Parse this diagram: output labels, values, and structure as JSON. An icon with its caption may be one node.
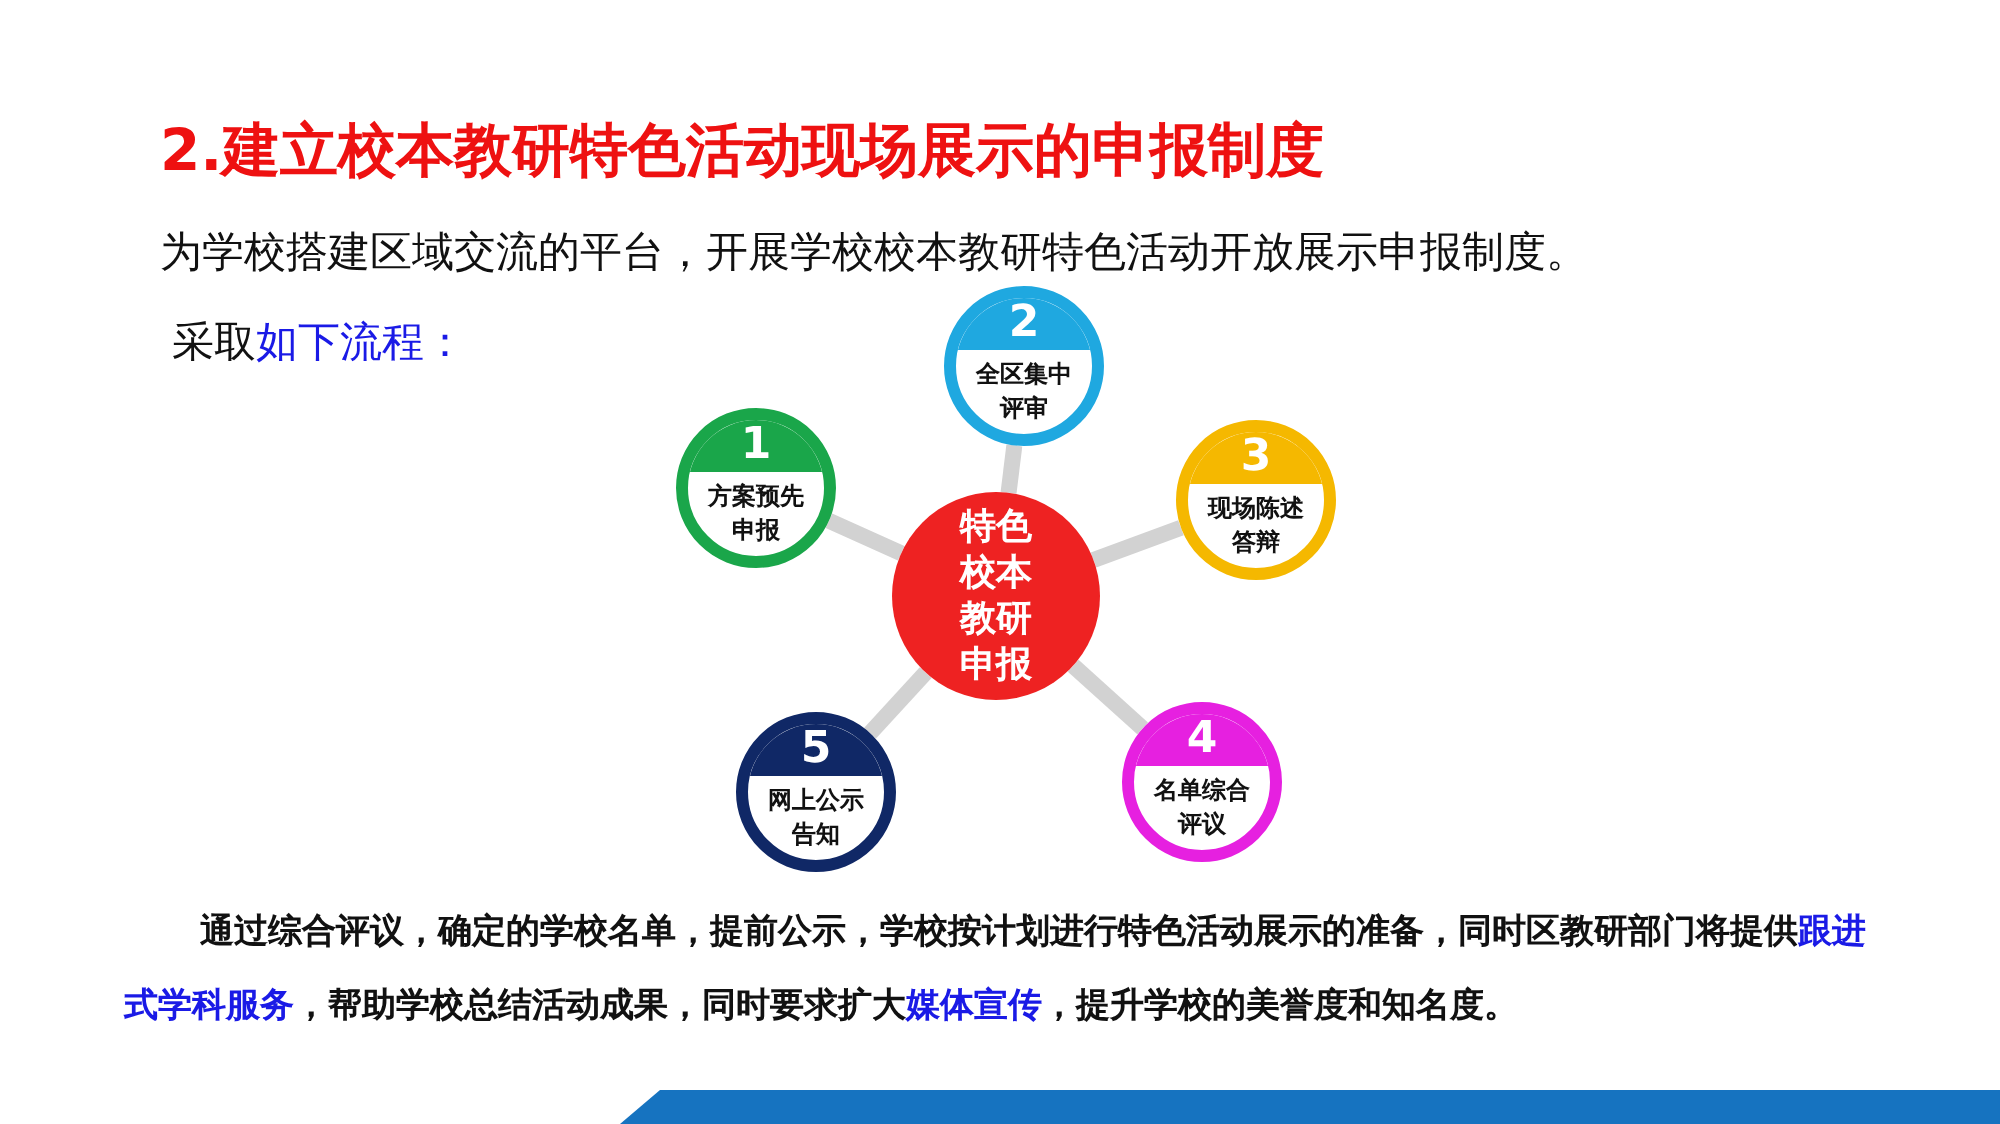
{
  "diagram": {
    "title": "2.建立校本教研特色活动现场展示的申报制度",
    "nodes": [
      {
        "text": [
          "特色校本教研申报"
        ]
      },
      {
        "text": [
          "1",
          "方案预先申报"
        ]
      },
      {
        "text": [
          "2",
          "全区集中评审"
        ]
      },
      {
        "text": [
          "3",
          "现场陈述答辩"
        ]
      },
      {
        "text": [
          "4",
          "名单综合评议"
        ]
      },
      {
        "text": [
          "5",
          "网上公示告知"
        ]
      }
    ],
    "edges": [
      {
        "from": 0,
        "to": 1,
        "arrow": "none"
      },
      {
        "from": 0,
        "to": 2,
        "arrow": "none"
      },
      {
        "from": 0,
        "to": 3,
        "arrow": "none"
      },
      {
        "from": 0,
        "to": 4,
        "arrow": "none"
      },
      {
        "from": 0,
        "to": 5,
        "arrow": "none"
      }
    ],
    "labels": [
      "为学校搭建区域交流的平台，开展学校校本教研特色活动开放展示申报制度。",
      "采取**如下流程：**",
      "通过综合评议，确定的学校名单，提前公示，学校按计划进行特色活动展示的准备，同时区教研部门将提供**跟进式学科服务**，帮助学校总结活动成果，同时要求扩大**媒体宣传**，提升学校的美誉度和知名度。"
    ]
  }
}
